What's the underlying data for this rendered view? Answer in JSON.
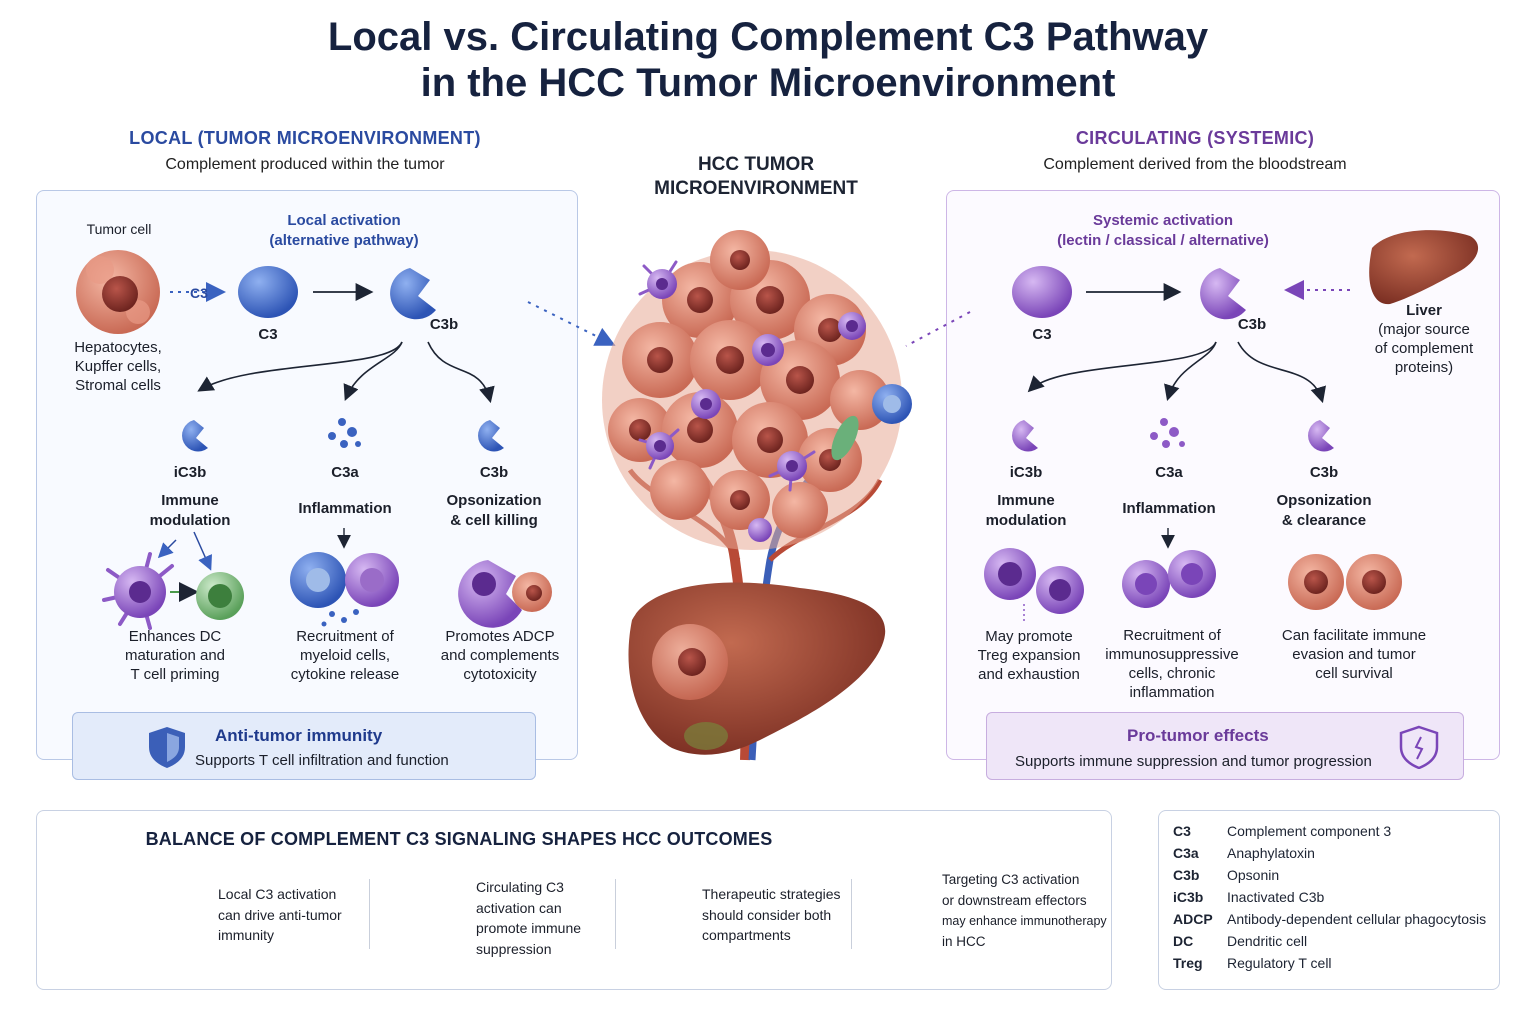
{
  "title_line1": "Local vs. Circulating Complement C3 Pathway",
  "title_line2": "in the HCC Tumor Microenvironment",
  "center_title_line1": "HCC TUMOR",
  "center_title_line2": "MICROENVIRONMENT",
  "local": {
    "heading": "LOCAL (TUMOR MICROENVIRONMENT)",
    "subheading": "Complement produced within the tumor",
    "tumor_cell_label": "Tumor cell",
    "sources": [
      "Hepatocytes,",
      "Kupffer cells,",
      "Stromal cells"
    ],
    "activation_line1": "Local activation",
    "activation_line2": "(alternative pathway)",
    "arrow_label": "C3",
    "c3_label": "C3",
    "c3b_label": "C3b",
    "branches": [
      {
        "fragment": "iC3b",
        "function_lines": [
          "Immune",
          "modulation"
        ],
        "effect_lines": [
          "Enhances DC",
          "maturation and",
          "T cell priming"
        ]
      },
      {
        "fragment": "C3a",
        "function_lines": [
          "Inflammation"
        ],
        "effect_lines": [
          "Recruitment of",
          "myeloid cells,",
          "cytokine release"
        ]
      },
      {
        "fragment": "C3b",
        "function_lines": [
          "Opsonization",
          "& cell killing"
        ],
        "effect_lines": [
          "Promotes ADCP",
          "and complements",
          "cytotoxicity"
        ]
      }
    ],
    "outcome_title": "Anti-tumor immunity",
    "outcome_sub": "Supports T cell infiltration and function"
  },
  "circulating": {
    "heading": "CIRCULATING (SYSTEMIC)",
    "subheading": "Complement derived from the bloodstream",
    "activation_line1": "Systemic activation",
    "activation_line2": "(lectin / classical / alternative)",
    "c3_label": "C3",
    "c3b_label": "C3b",
    "liver_lines": [
      "Liver",
      "(major source",
      "of complement",
      "proteins)"
    ],
    "branches": [
      {
        "fragment": "iC3b",
        "function_lines": [
          "Immune",
          "modulation"
        ],
        "effect_lines": [
          "May promote",
          "Treg expansion",
          "and exhaustion"
        ]
      },
      {
        "fragment": "C3a",
        "function_lines": [
          "Inflammation"
        ],
        "effect_lines": [
          "Recruitment of",
          "immunosuppressive",
          "cells, chronic",
          "inflammation"
        ]
      },
      {
        "fragment": "C3b",
        "function_lines": [
          "Opsonization",
          "& clearance"
        ],
        "effect_lines": [
          "Can facilitate immune",
          "evasion and tumor",
          "cell survival"
        ]
      }
    ],
    "outcome_title": "Pro-tumor effects",
    "outcome_sub": "Supports immune suppression and tumor progression"
  },
  "balance": {
    "heading": "BALANCE OF COMPLEMENT C3 SIGNALING SHAPES HCC OUTCOMES",
    "items": [
      {
        "icon": "balance-scale-icon",
        "lines": [
          "Local C3 activation",
          "can drive anti-tumor",
          "immunity"
        ]
      },
      {
        "icon": "cell-cluster-icon",
        "lines": [
          "Circulating C3",
          "activation can",
          "promote immune",
          "suppression"
        ]
      },
      {
        "icon": "shield-icon",
        "lines": [
          "Therapeutic strategies",
          "should consider both",
          "compartments"
        ]
      },
      {
        "icon": "target-icon",
        "lines": [
          "Targeting C3 activation",
          "or downstream effectors",
          "may enhance immunotherapy",
          "in HCC"
        ]
      }
    ]
  },
  "legend": [
    {
      "abbr": "C3",
      "meaning": "Complement component 3"
    },
    {
      "abbr": "C3a",
      "meaning": "Anaphylatoxin"
    },
    {
      "abbr": "C3b",
      "meaning": "Opsonin"
    },
    {
      "abbr": "iC3b",
      "meaning": "Inactivated C3b"
    },
    {
      "abbr": "ADCP",
      "meaning": "Antibody-dependent cellular phagocytosis"
    },
    {
      "abbr": "DC",
      "meaning": "Dendritic cell"
    },
    {
      "abbr": "Treg",
      "meaning": "Regulatory T cell"
    }
  ],
  "colors": {
    "local_accent": "#2a4aa0",
    "circulating_accent": "#6a3a9a",
    "title": "#16223f"
  }
}
